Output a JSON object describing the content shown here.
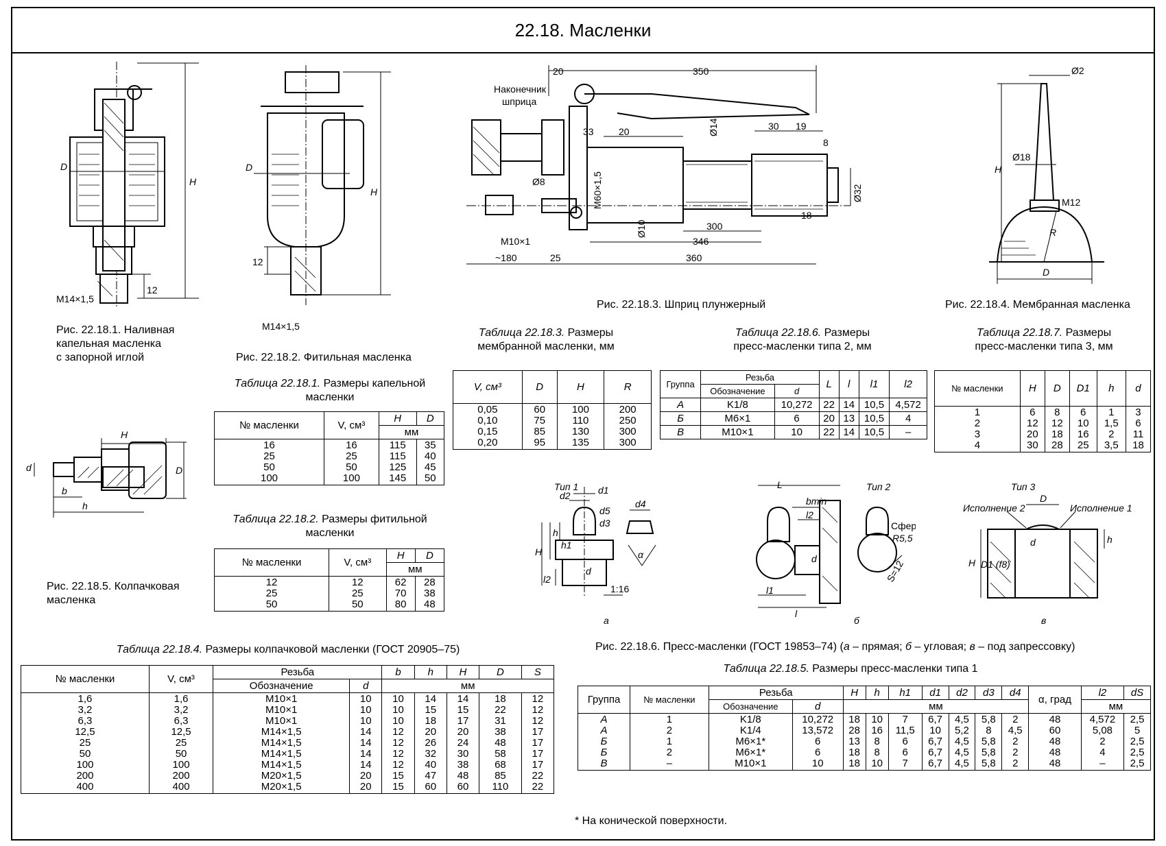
{
  "page_title": "22.18. Масленки",
  "figures": {
    "fig1": {
      "caption": [
        "Рис. 22.18.1. Наливная",
        "капельная масленка",
        "с запорной иглой"
      ],
      "labels": {
        "D": "D",
        "H": "H",
        "thread": "M14×1,5",
        "dim12": "12"
      }
    },
    "fig2": {
      "caption": "Рис. 22.18.2. Фитильная масленка",
      "labels": {
        "D": "D",
        "H": "H",
        "thread": "M14×1,5",
        "dim12": "12"
      }
    },
    "fig3": {
      "caption": "Рис. 22.18.3. Шприц плунжерный",
      "labels": {
        "tip": [
          "Наконечник",
          "шприца"
        ],
        "d20": "20",
        "d350": "350",
        "d33": "33",
        "d20b": "20",
        "d14": "Ø14",
        "d30": "30",
        "d19": "19",
        "d8": "8",
        "d32": "Ø32",
        "m60": "M60×1,5",
        "dia8": "Ø8",
        "dia10": "Ø10",
        "d300": "300",
        "d18": "18",
        "d346": "346",
        "m10": "M10×1",
        "d180": "~180",
        "d25": "25",
        "d360": "360"
      }
    },
    "fig4": {
      "caption": "Рис. 22.18.4. Мембранная масленка",
      "labels": {
        "d2": "Ø2",
        "d18": "Ø18",
        "H": "H",
        "m12": "M12",
        "R": "R",
        "D": "D"
      }
    },
    "fig5": {
      "caption": [
        "Рис. 22.18.5. Колпачковая",
        "масленка"
      ],
      "labels": {
        "H": "H",
        "D": "D",
        "d": "d",
        "b": "b",
        "h": "h"
      }
    },
    "fig6": {
      "caption_parts": [
        "Рис. 22.18.6. Пресс-масленки (ГОСТ 19853–74) (",
        "а",
        " – прямая; ",
        "б",
        " – угловая; ",
        "в",
        " – под запрессовку)"
      ],
      "type1": {
        "title": "Тип 1",
        "sub": "а",
        "labels": [
          "d1",
          "d2",
          "d5",
          "d3",
          "d4",
          "h",
          "h1",
          "H",
          "l2",
          "d",
          "α",
          "1:16"
        ]
      },
      "type2": {
        "title": "Тип 2",
        "sub": "б",
        "labels": [
          "L",
          "bmin",
          "l2",
          "d",
          "l1",
          "l",
          "S=12"
        ],
        "sphere": [
          "Сфера",
          "R5,5"
        ]
      },
      "type3": {
        "title": "Тип 3",
        "sub": "в",
        "labels": [
          "D",
          "d",
          "D1 (f8)",
          "H",
          "h"
        ],
        "exec2": "Исполнение 2",
        "exec1": "Исполнение 1"
      }
    }
  },
  "table1": {
    "caption_prefix": "Таблица 22.18.1.",
    "caption_rest": " Размеры капельной",
    "caption_line2": "масленки",
    "headers": [
      "№ масленки",
      "V, см³",
      "H",
      "D",
      "мм"
    ],
    "rows": [
      [
        "16",
        "16",
        "115",
        "35"
      ],
      [
        "25",
        "25",
        "115",
        "40"
      ],
      [
        "50",
        "50",
        "125",
        "45"
      ],
      [
        "100",
        "100",
        "145",
        "50"
      ]
    ]
  },
  "table2": {
    "caption_prefix": "Таблица 22.18.2.",
    "caption_rest": " Размеры фитильной",
    "caption_line2": "масленки",
    "headers": [
      "№ масленки",
      "V, см³",
      "H",
      "D",
      "мм"
    ],
    "rows": [
      [
        "12",
        "12",
        "62",
        "28"
      ],
      [
        "25",
        "25",
        "70",
        "38"
      ],
      [
        "50",
        "50",
        "80",
        "48"
      ]
    ]
  },
  "table3": {
    "caption_prefix": "Таблица 22.18.3.",
    "caption_rest": " Размеры",
    "caption_line2": "мембранной масленки, мм",
    "headers": [
      "V, см³",
      "D",
      "H",
      "R"
    ],
    "rows": [
      [
        "0,05",
        "60",
        "100",
        "200"
      ],
      [
        "0,10",
        "75",
        "110",
        "250"
      ],
      [
        "0,15",
        "85",
        "130",
        "300"
      ],
      [
        "0,20",
        "95",
        "135",
        "300"
      ]
    ]
  },
  "table4": {
    "caption_prefix": "Таблица 22.18.4.",
    "caption_rest": " Размеры колпачковой масленки (ГОСТ 20905–75)",
    "headers": [
      "№ масленки",
      "V, см³",
      "Резьба",
      "Обозначение",
      "d",
      "b",
      "h",
      "H",
      "D",
      "S",
      "мм"
    ],
    "rows": [
      [
        "1,6",
        "1,6",
        "M10×1",
        "10",
        "10",
        "14",
        "14",
        "18",
        "12"
      ],
      [
        "3,2",
        "3,2",
        "M10×1",
        "10",
        "10",
        "15",
        "15",
        "22",
        "12"
      ],
      [
        "6,3",
        "6,3",
        "M10×1",
        "10",
        "10",
        "18",
        "17",
        "31",
        "12"
      ],
      [
        "12,5",
        "12,5",
        "M14×1,5",
        "14",
        "12",
        "20",
        "20",
        "38",
        "17"
      ],
      [
        "25",
        "25",
        "M14×1,5",
        "14",
        "12",
        "26",
        "24",
        "48",
        "17"
      ],
      [
        "50",
        "50",
        "M14×1,5",
        "14",
        "12",
        "32",
        "30",
        "58",
        "17"
      ],
      [
        "100",
        "100",
        "M14×1,5",
        "14",
        "12",
        "40",
        "38",
        "68",
        "17"
      ],
      [
        "200",
        "200",
        "M20×1,5",
        "20",
        "15",
        "47",
        "48",
        "85",
        "22"
      ],
      [
        "400",
        "400",
        "M20×1,5",
        "20",
        "15",
        "60",
        "60",
        "110",
        "22"
      ]
    ]
  },
  "table5": {
    "caption_prefix": "Таблица 22.18.5.",
    "caption_rest": " Размеры пресс-масленки типа 1",
    "headers": [
      "Группа",
      "№ масленки",
      "Резьба",
      "Обозначение",
      "d",
      "H",
      "h",
      "h1",
      "d1",
      "d2",
      "d3",
      "d4",
      "α, град",
      "l2",
      "dS",
      "мм",
      "мм"
    ],
    "rows": [
      [
        "А",
        "1",
        "K1/8",
        "10,272",
        "18",
        "10",
        "7",
        "6,7",
        "4,5",
        "5,8",
        "2",
        "48",
        "4,572",
        "2,5"
      ],
      [
        "А",
        "2",
        "K1/4",
        "13,572",
        "28",
        "16",
        "11,5",
        "10",
        "5,2",
        "8",
        "4,5",
        "60",
        "5,08",
        "5"
      ],
      [
        "Б",
        "1",
        "M6×1*",
        "6",
        "13",
        "8",
        "6",
        "6,7",
        "4,5",
        "5,8",
        "2",
        "48",
        "2",
        "2,5"
      ],
      [
        "Б",
        "2",
        "M6×1*",
        "6",
        "18",
        "8",
        "6",
        "6,7",
        "4,5",
        "5,8",
        "2",
        "48",
        "4",
        "2,5"
      ],
      [
        "В",
        "–",
        "M10×1",
        "10",
        "18",
        "10",
        "7",
        "6,7",
        "4,5",
        "5,8",
        "2",
        "48",
        "–",
        "2,5"
      ]
    ],
    "footnote": "* На конической поверхности."
  },
  "table6": {
    "caption_prefix": "Таблица 22.18.6.",
    "caption_rest": " Размеры",
    "caption_line2": "пресс-масленки типа 2, мм",
    "headers": [
      "Группа",
      "Резьба",
      "Обозначение",
      "d",
      "L",
      "l",
      "l1",
      "l2"
    ],
    "rows": [
      [
        "А",
        "K1/8",
        "10,272",
        "22",
        "14",
        "10,5",
        "4,572"
      ],
      [
        "Б",
        "M6×1",
        "6",
        "20",
        "13",
        "10,5",
        "4"
      ],
      [
        "В",
        "M10×1",
        "10",
        "22",
        "14",
        "10,5",
        "–"
      ]
    ]
  },
  "table7": {
    "caption_prefix": "Таблица 22.18.7.",
    "caption_rest": " Размеры",
    "caption_line2": "пресс-масленки типа 3, мм",
    "headers": [
      "№ масленки",
      "H",
      "D",
      "D1",
      "h",
      "d"
    ],
    "rows": [
      [
        "1",
        "6",
        "8",
        "6",
        "1",
        "3"
      ],
      [
        "2",
        "12",
        "12",
        "10",
        "1,5",
        "6"
      ],
      [
        "3",
        "20",
        "18",
        "16",
        "2",
        "11"
      ],
      [
        "4",
        "30",
        "28",
        "25",
        "3,5",
        "18"
      ]
    ]
  }
}
